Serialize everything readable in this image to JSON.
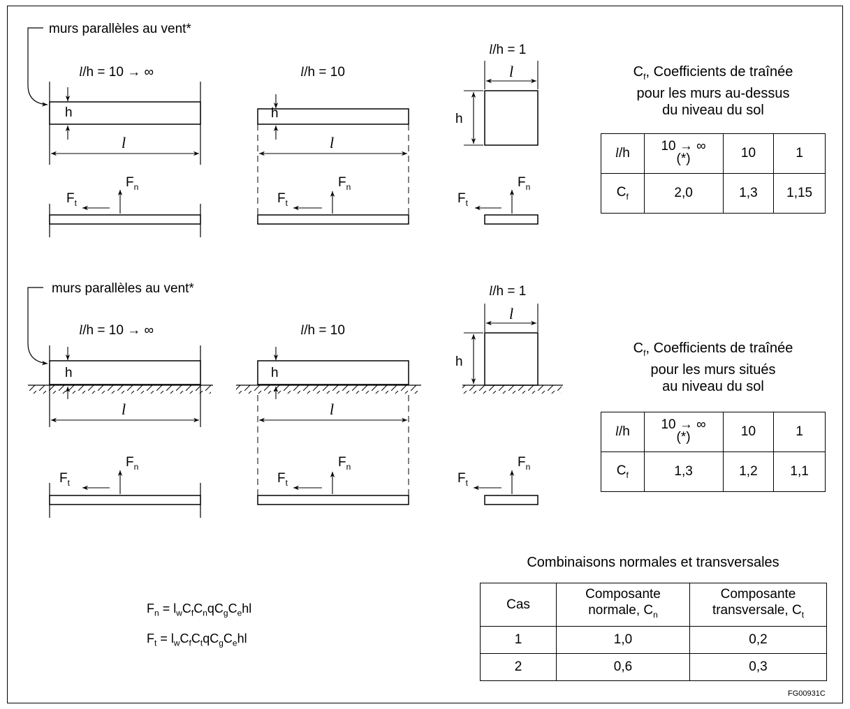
{
  "labels": {
    "walls_parallel": "murs parallèles au vent*",
    "ratio_inf_lhs": "l",
    "ratio_inf_rhs": "/h = 10 → ∞",
    "ratio_10_rhs": "/h = 10",
    "ratio_1_rhs": "/h = 1",
    "h": "h",
    "l": "l",
    "F": "F",
    "sub_t": "t",
    "sub_n": "n"
  },
  "table1": {
    "caption_prefix": "C",
    "caption_sub": "f",
    "caption_line1": ", Coefficients de traînée",
    "caption_line2": "pour les murs au-dessus",
    "caption_line3": "du niveau du sol",
    "row1_head": "/h",
    "row1_vals": [
      "10 → ∞",
      "(*)",
      "10",
      "1"
    ],
    "row2_head": "C",
    "row2_sub": "f",
    "row2_vals": [
      "2,0",
      "1,3",
      "1,15"
    ]
  },
  "table2": {
    "caption_prefix": "C",
    "caption_sub": "f",
    "caption_line1": ", Coefficients de traînée",
    "caption_line2": "pour les murs situés",
    "caption_line3": "au niveau du sol",
    "row1_head": "/h",
    "row1_vals": [
      "10 → ∞",
      "(*)",
      "10",
      "1"
    ],
    "row2_head": "C",
    "row2_sub": "f",
    "row2_vals": [
      "1,3",
      "1,2",
      "1,1"
    ]
  },
  "table3": {
    "caption": "Combinaisons normales et transversales",
    "col1": "Cas",
    "col2_line1": "Composante",
    "col2_line2": "normale, C",
    "col2_sub": "n",
    "col3_line1": "Composante",
    "col3_line2": "transversale, C",
    "col3_sub": "t",
    "rows": [
      {
        "cas": "1",
        "normale": "1,0",
        "transversale": "0,2"
      },
      {
        "cas": "2",
        "normale": "0,6",
        "transversale": "0,3"
      }
    ]
  },
  "formulas": {
    "fn_parts": [
      "F",
      "n",
      " = l",
      "w",
      "C",
      "f",
      "C",
      "n",
      "qC",
      "g",
      "C",
      "e",
      "hl"
    ],
    "ft_parts": [
      "F",
      "t",
      " = l",
      "w",
      "C",
      "f",
      "C",
      "t",
      "qC",
      "g",
      "C",
      "e",
      "hl"
    ]
  },
  "figure_code": "FG00931C"
}
